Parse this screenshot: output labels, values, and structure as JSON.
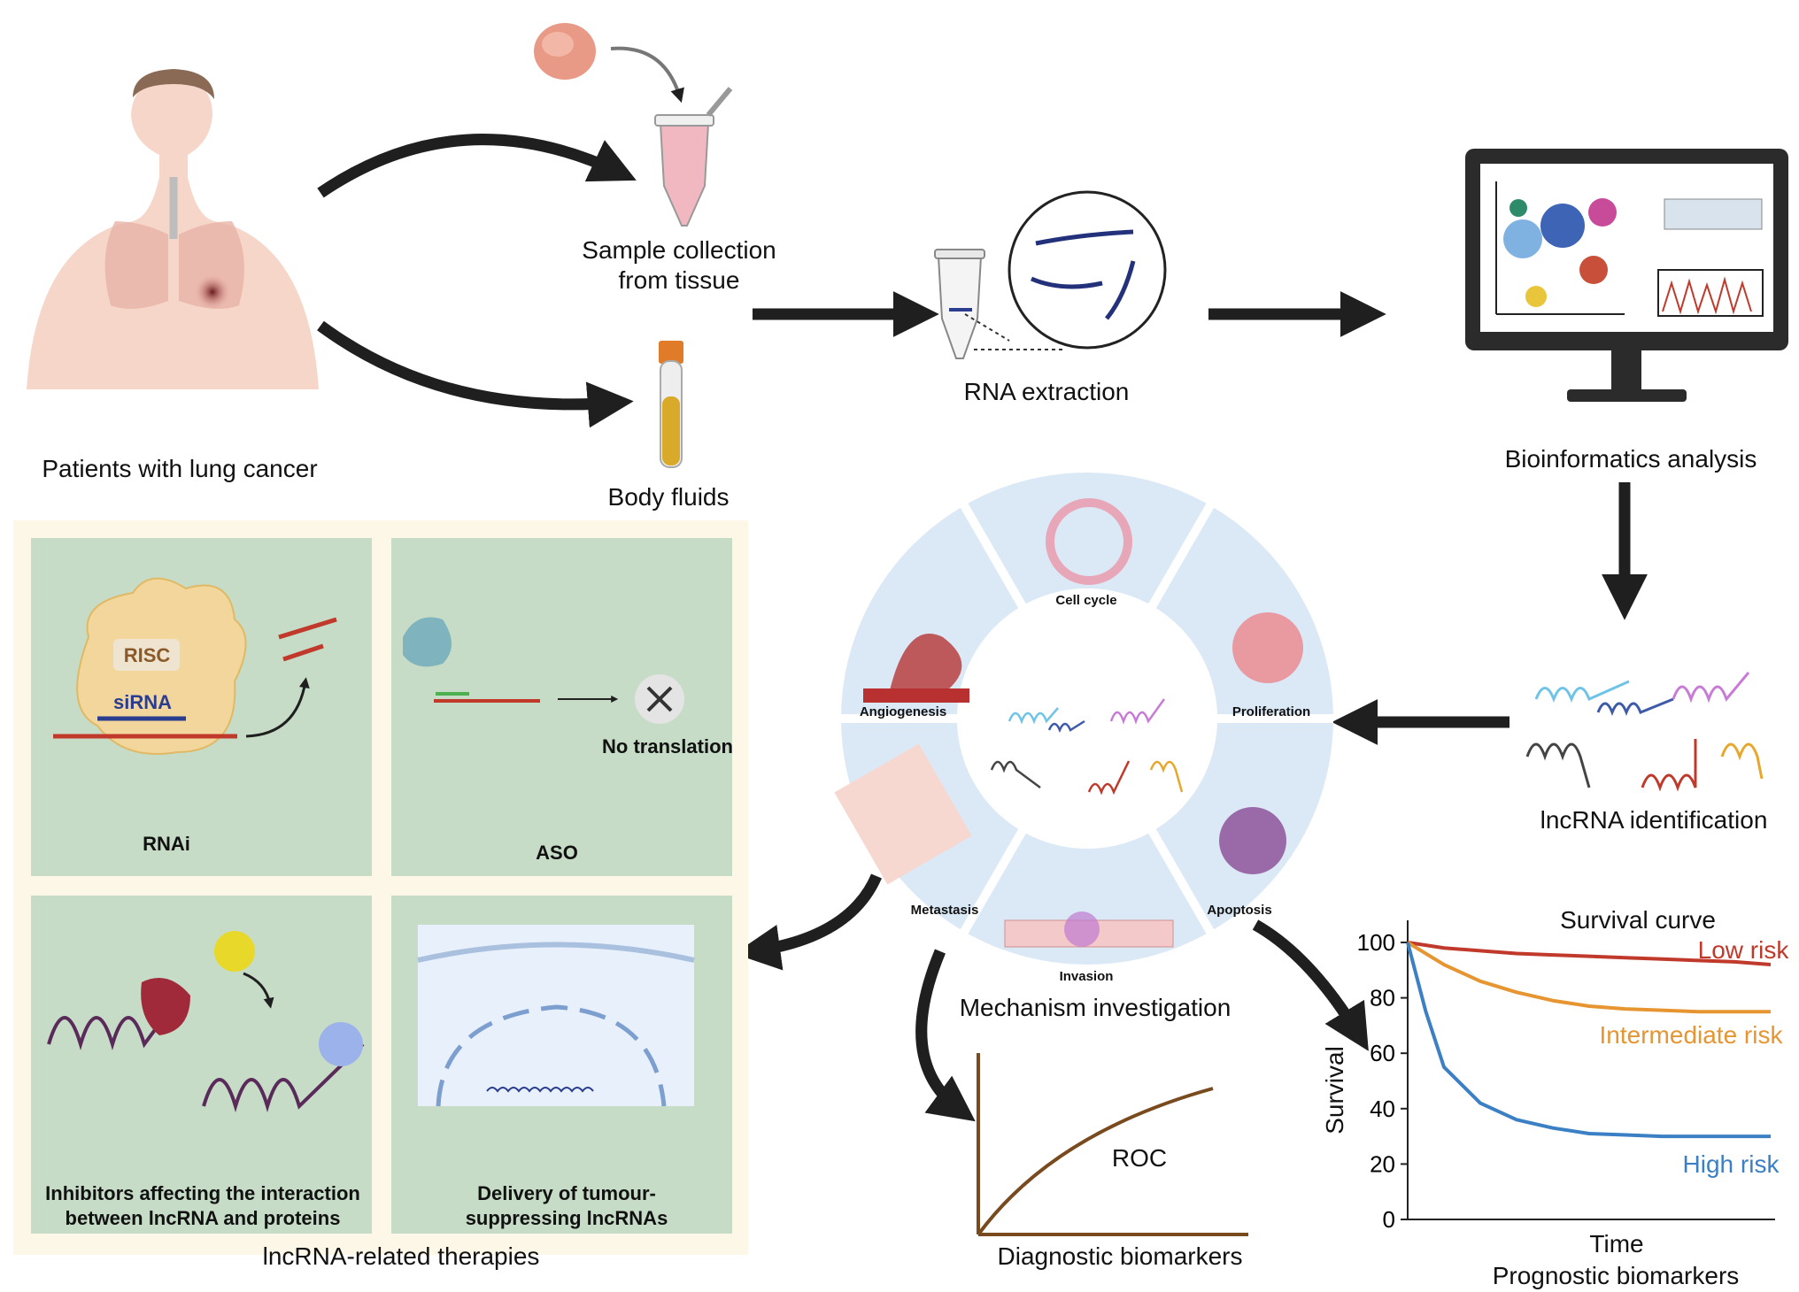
{
  "workflow": {
    "patients_label": "Patients with lung cancer",
    "sample_label_line1": "Sample collection",
    "sample_label_line2": "from tissue",
    "body_fluids_label": "Body fluids",
    "rna_extraction_label": "RNA extraction",
    "bioinformatics_label": "Bioinformatics analysis",
    "lncrna_identification_label": "lncRNA identification",
    "mechanism_label": "Mechanism investigation",
    "diagnostic_label": "Diagnostic biomarkers",
    "roc_label": "ROC",
    "prognostic_label": "Prognostic biomarkers"
  },
  "mechanism_wheel": {
    "segments": [
      "Cell cycle",
      "Proliferation",
      "Apoptosis",
      "Invasion",
      "Metastasis",
      "Angiogenesis"
    ]
  },
  "therapies": {
    "title": "lncRNA-related therapies",
    "rnai": {
      "label": "RNAi",
      "risc": "RISC",
      "sirna": "siRNA"
    },
    "aso": {
      "label": "ASO",
      "no_translation": "No translation"
    },
    "inhibitors": {
      "line1": "Inhibitors affecting the interaction",
      "line2": "between lncRNA and proteins"
    },
    "delivery": {
      "line1": "Delivery of tumour-",
      "line2": "suppressing lncRNAs"
    }
  },
  "colors": {
    "arrow": "#1f1f1f",
    "panel_green": "#c6dcc6",
    "wheel_blue": "#dbe9f6",
    "low_risk": "#c0392b",
    "intermediate_risk": "#e69530",
    "high_risk": "#3b7fc4",
    "roc": "#7a4a1f"
  },
  "chart_data": {
    "type": "line",
    "title": "Survival curve",
    "xlabel": "Time",
    "ylabel": "Survival",
    "ylim": [
      0,
      100
    ],
    "yticks": [
      0,
      20,
      40,
      60,
      80,
      100
    ],
    "x": [
      0,
      0.05,
      0.1,
      0.2,
      0.3,
      0.4,
      0.5,
      0.6,
      0.7,
      0.8,
      0.9,
      1.0
    ],
    "series": [
      {
        "name": "Low risk",
        "color": "#c0392b",
        "values": [
          100,
          99,
          98,
          97,
          96,
          95.5,
          95,
          94.5,
          94,
          93.5,
          93,
          92
        ]
      },
      {
        "name": "Intermediate risk",
        "color": "#e69530",
        "values": [
          100,
          96,
          92,
          86,
          82,
          79,
          77,
          76,
          75.5,
          75,
          75,
          75
        ]
      },
      {
        "name": "High risk",
        "color": "#3b7fc4",
        "values": [
          100,
          75,
          55,
          42,
          36,
          33,
          31,
          30.5,
          30,
          30,
          30,
          30
        ]
      }
    ]
  }
}
